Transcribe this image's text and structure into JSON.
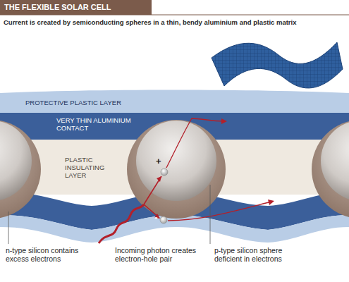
{
  "diagram": {
    "title": "THE FLEXIBLE SOLAR CELL",
    "caption": "Current is created by semiconducting spheres in a thin, bendy aluminium and plastic matrix",
    "labels": [
      "PROTECTIVE PLASTIC LAYER",
      "VERY THIN ALUMINIUM CONTACT",
      "PLASTIC INSULATING LAYER",
      "+",
      "-",
      "n-type silicon contains excess electrons",
      "Incoming photon creates electron-hole pair",
      "p-type silicon sphere deficient in electrons"
    ]
  }
}
